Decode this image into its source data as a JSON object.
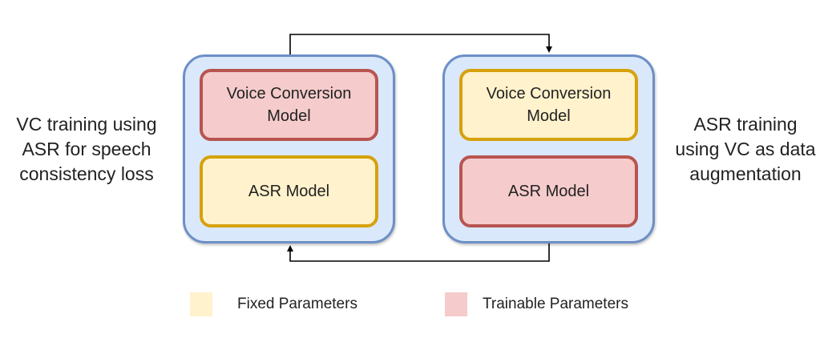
{
  "left_caption": {
    "line1": "VC training using",
    "line2": "ASR for speech",
    "line3": "consistency loss"
  },
  "right_caption": {
    "line1": "ASR training",
    "line2": "using VC as data",
    "line3": "augmentation"
  },
  "left_stage": {
    "vc_model": {
      "line1": "Voice Conversion",
      "line2": "Model",
      "state": "trainable"
    },
    "asr_model": {
      "label": "ASR Model",
      "state": "fixed"
    }
  },
  "right_stage": {
    "vc_model": {
      "line1": "Voice Conversion",
      "line2": "Model",
      "state": "fixed"
    },
    "asr_model": {
      "label": "ASR Model",
      "state": "trainable"
    }
  },
  "legend": {
    "fixed": {
      "label": "Fixed Parameters",
      "color": "#fff2cc"
    },
    "trainable": {
      "label": "Trainable Parameters",
      "color": "#f5cbcb"
    }
  },
  "colors": {
    "outer_fill": "#dae8fb",
    "outer_border": "#6d8fc6",
    "trainable_border": "#b85450",
    "fixed_border": "#d6a10b",
    "arrow": "#000000"
  }
}
